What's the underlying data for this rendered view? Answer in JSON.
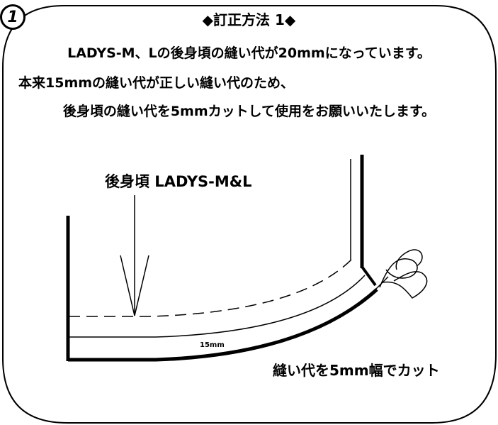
{
  "step_number": "1",
  "title": "◆訂正方法 1◆",
  "notice": {
    "line1": "LADYS-M、Lの後身頃の縫い代が20mmになっています。",
    "line2": "本来15mmの縫い代が正しい縫い代のため、",
    "line3": "後身頃の縫い代を5mmカットして使用をお願いいたします。"
  },
  "diagram": {
    "part_label": "後身頃 LADYS-M&L",
    "seam_allowance_label": "15mm",
    "cut_instruction": "縫い代を5mm幅でカット"
  }
}
